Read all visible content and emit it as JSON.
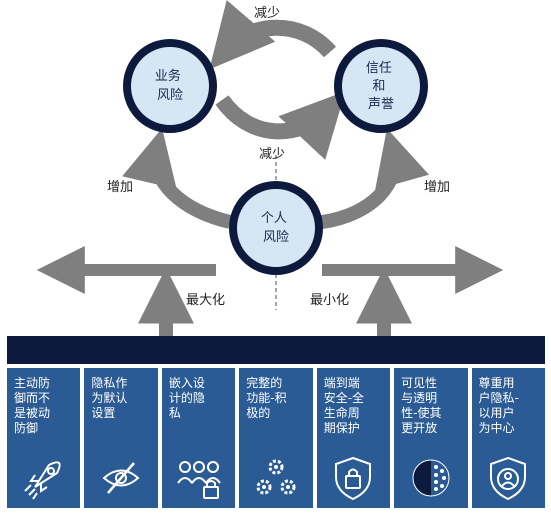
{
  "nodes": {
    "business_risk": "业务\n风险",
    "trust_reputation": "信任\n和\n声誉",
    "personal_risk": "个人\n风险"
  },
  "labels": {
    "reduce_top": "减少",
    "reduce_middle": "减少",
    "increase_left": "增加",
    "increase_right": "增加",
    "maximize": "最大化",
    "minimize": "最小化"
  },
  "principles": [
    {
      "label": "主动防\n御而不\n是被动\n防御",
      "icon": "rocket-icon"
    },
    {
      "label": "隐私作\n为默认\n设置",
      "icon": "eye-slash-icon"
    },
    {
      "label": "嵌入设\n计的隐\n私",
      "icon": "people-lock-icon"
    },
    {
      "label": "完整的\n功能-积\n极的",
      "icon": "gears-icon"
    },
    {
      "label": "端到端\n安全-全\n生命周\n期保护",
      "icon": "shield-lock-icon"
    },
    {
      "label": "可见性\n与透明\n性-使其\n更开放",
      "icon": "half-circle-icon"
    },
    {
      "label": "尊重用\n户隐私-\n以用户\n为中心",
      "icon": "shield-user-icon"
    }
  ],
  "colors": {
    "navy": "#0e1a3d",
    "card_blue": "#2b5b95",
    "circle_fill": "#d6e6f5",
    "arrow_gray": "#7f7f7f"
  }
}
